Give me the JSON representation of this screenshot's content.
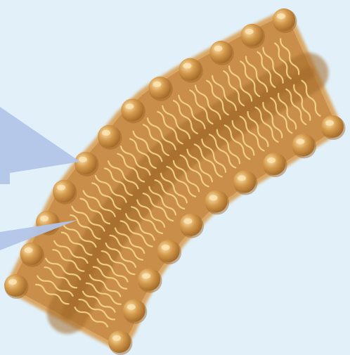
{
  "figure": {
    "subject": "phospholipid-bilayer-membrane-segment",
    "colors": {
      "background": "#e2f1f9",
      "membrane_core": "#a36a2a",
      "membrane_edge": "#c98f4a",
      "membrane_fringe": "#d9a766",
      "head": "#d49a4c",
      "head_highlight": "#fbe3b0",
      "head_shadow": "#9a6224",
      "tail": "#f4d58a",
      "pointer_fill": "#b3c5e9"
    },
    "heads": {
      "upper_row_count": 12,
      "lower_row_count": 10
    },
    "pointers": [
      {
        "target": "hydrophilic-head"
      },
      {
        "target": "hydrophobic-tail"
      }
    ]
  }
}
